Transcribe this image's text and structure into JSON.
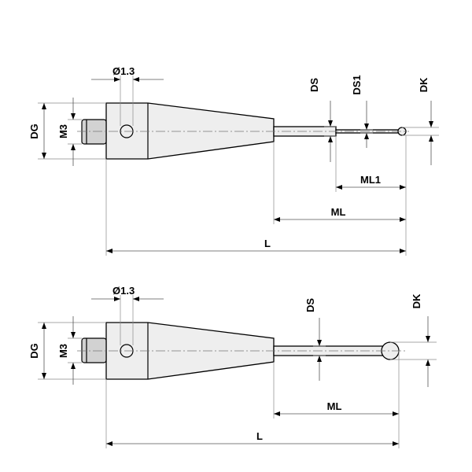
{
  "drawing_top": {
    "label_diameter": "Ø1.3",
    "label_dg": "DG",
    "label_m3": "M3",
    "label_ds": "DS",
    "label_ds1": "DS1",
    "label_dk": "DK",
    "label_ml1": "ML1",
    "label_ml": "ML",
    "label_l": "L"
  },
  "drawing_bottom": {
    "label_diameter": "Ø1.3",
    "label_dg": "DG",
    "label_m3": "M3",
    "label_ds": "DS",
    "label_dk": "DK",
    "label_ml": "ML",
    "label_l": "L"
  }
}
